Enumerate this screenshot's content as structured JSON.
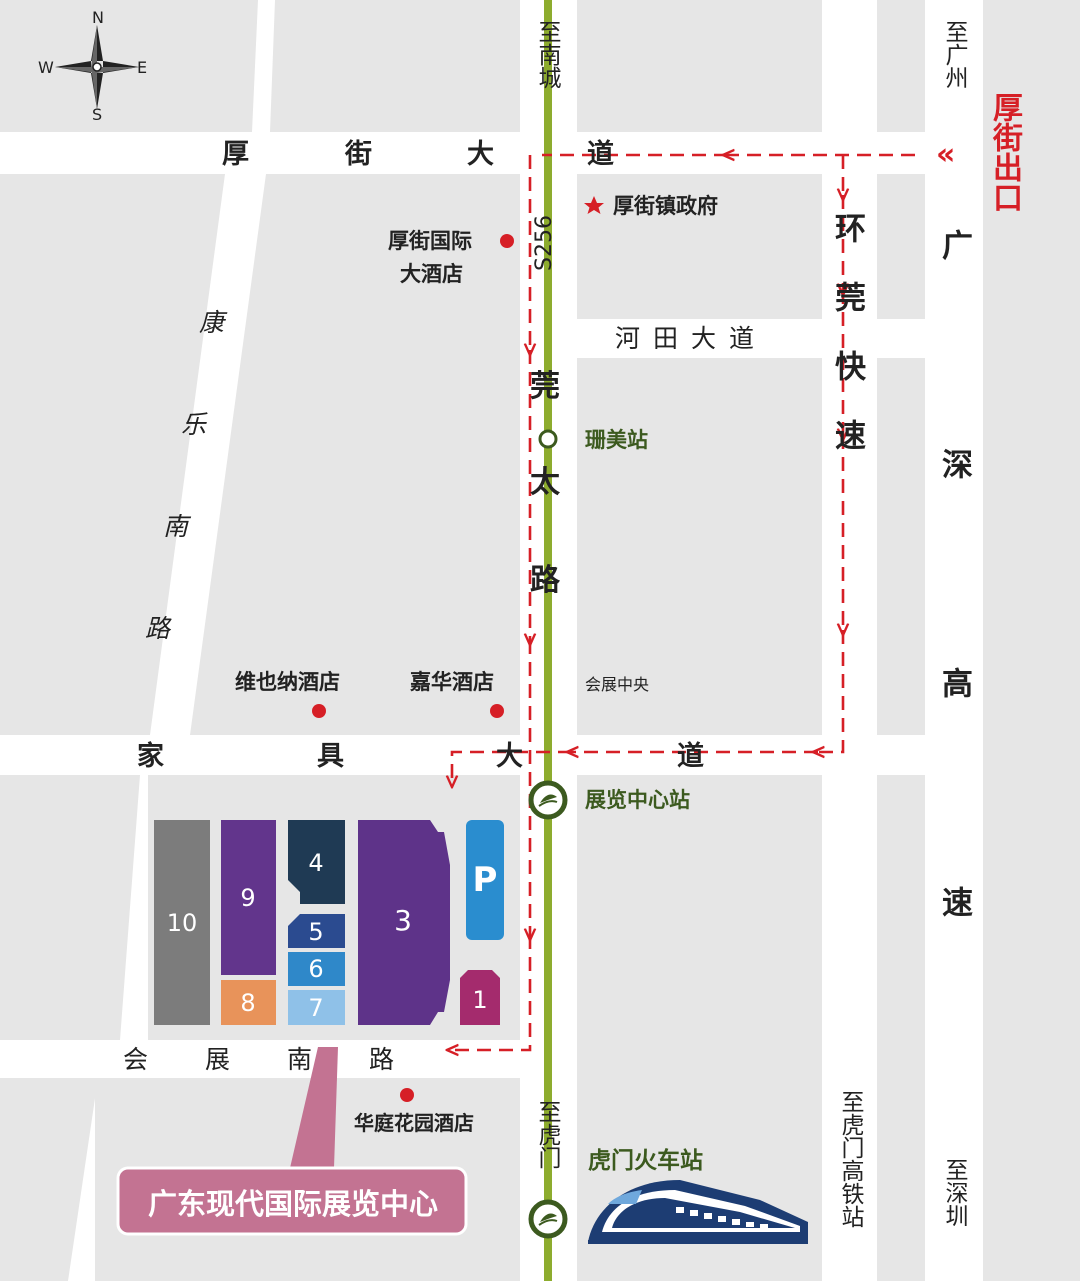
{
  "compass": {
    "n": "N",
    "s": "S",
    "e": "E",
    "w": "W"
  },
  "roads": {
    "houjie_dadao": [
      "厚",
      "街",
      "大",
      "道"
    ],
    "jiaju_dadao": [
      "家",
      "具",
      "大",
      "道"
    ],
    "huizhan_nanlu": [
      "会",
      "展",
      "南",
      "路"
    ],
    "kangle_nanlu": [
      "康",
      "乐",
      "南",
      "路"
    ],
    "guanta_lu": [
      "莞",
      "太",
      "路"
    ],
    "huanguan_kuaisu": "环莞快速",
    "guangshen_gaosu": "广深高速",
    "hetian_dadao": "河田大道",
    "s256": "S256"
  },
  "directions": {
    "to_nancheng": "至南城",
    "to_guangzhou": "至广州",
    "to_humen": "至虎门",
    "to_humen_hsr": "至虎门高铁站",
    "to_shenzhen": "至深圳"
  },
  "exit": {
    "arrow": "«",
    "label": "厚街出口"
  },
  "pois": {
    "gov": "厚街镇政府",
    "intl_hotel_1": "厚街国际",
    "intl_hotel_2": "大酒店",
    "vienna": "维也纳酒店",
    "jiahua": "嘉华酒店",
    "huiting": "华庭花园酒店",
    "huizhan_center": "会展中央"
  },
  "stations": {
    "shanmei": "珊美站",
    "expo": "展览中心站",
    "humen_train": "虎门火车站"
  },
  "halls": [
    "10",
    "9",
    "8",
    "4",
    "5",
    "6",
    "7",
    "3",
    "1"
  ],
  "parking": "P",
  "venue_name": "广东现代国际展览中心",
  "colors": {
    "block": "#e6e6e6",
    "metro": "#8dac2e",
    "route": "#d61f26",
    "callout": "#c37392",
    "hall10": "#7c7c7c",
    "hall9": "#62358c",
    "hall8": "#e8935a",
    "hall4": "#1f3a54",
    "hall5": "#2b4b90",
    "hall6": "#2f88c9",
    "hall7": "#8fc1e8",
    "hall3": "#5e3389",
    "hall1": "#a42b6d",
    "parking": "#2a8dcf"
  }
}
